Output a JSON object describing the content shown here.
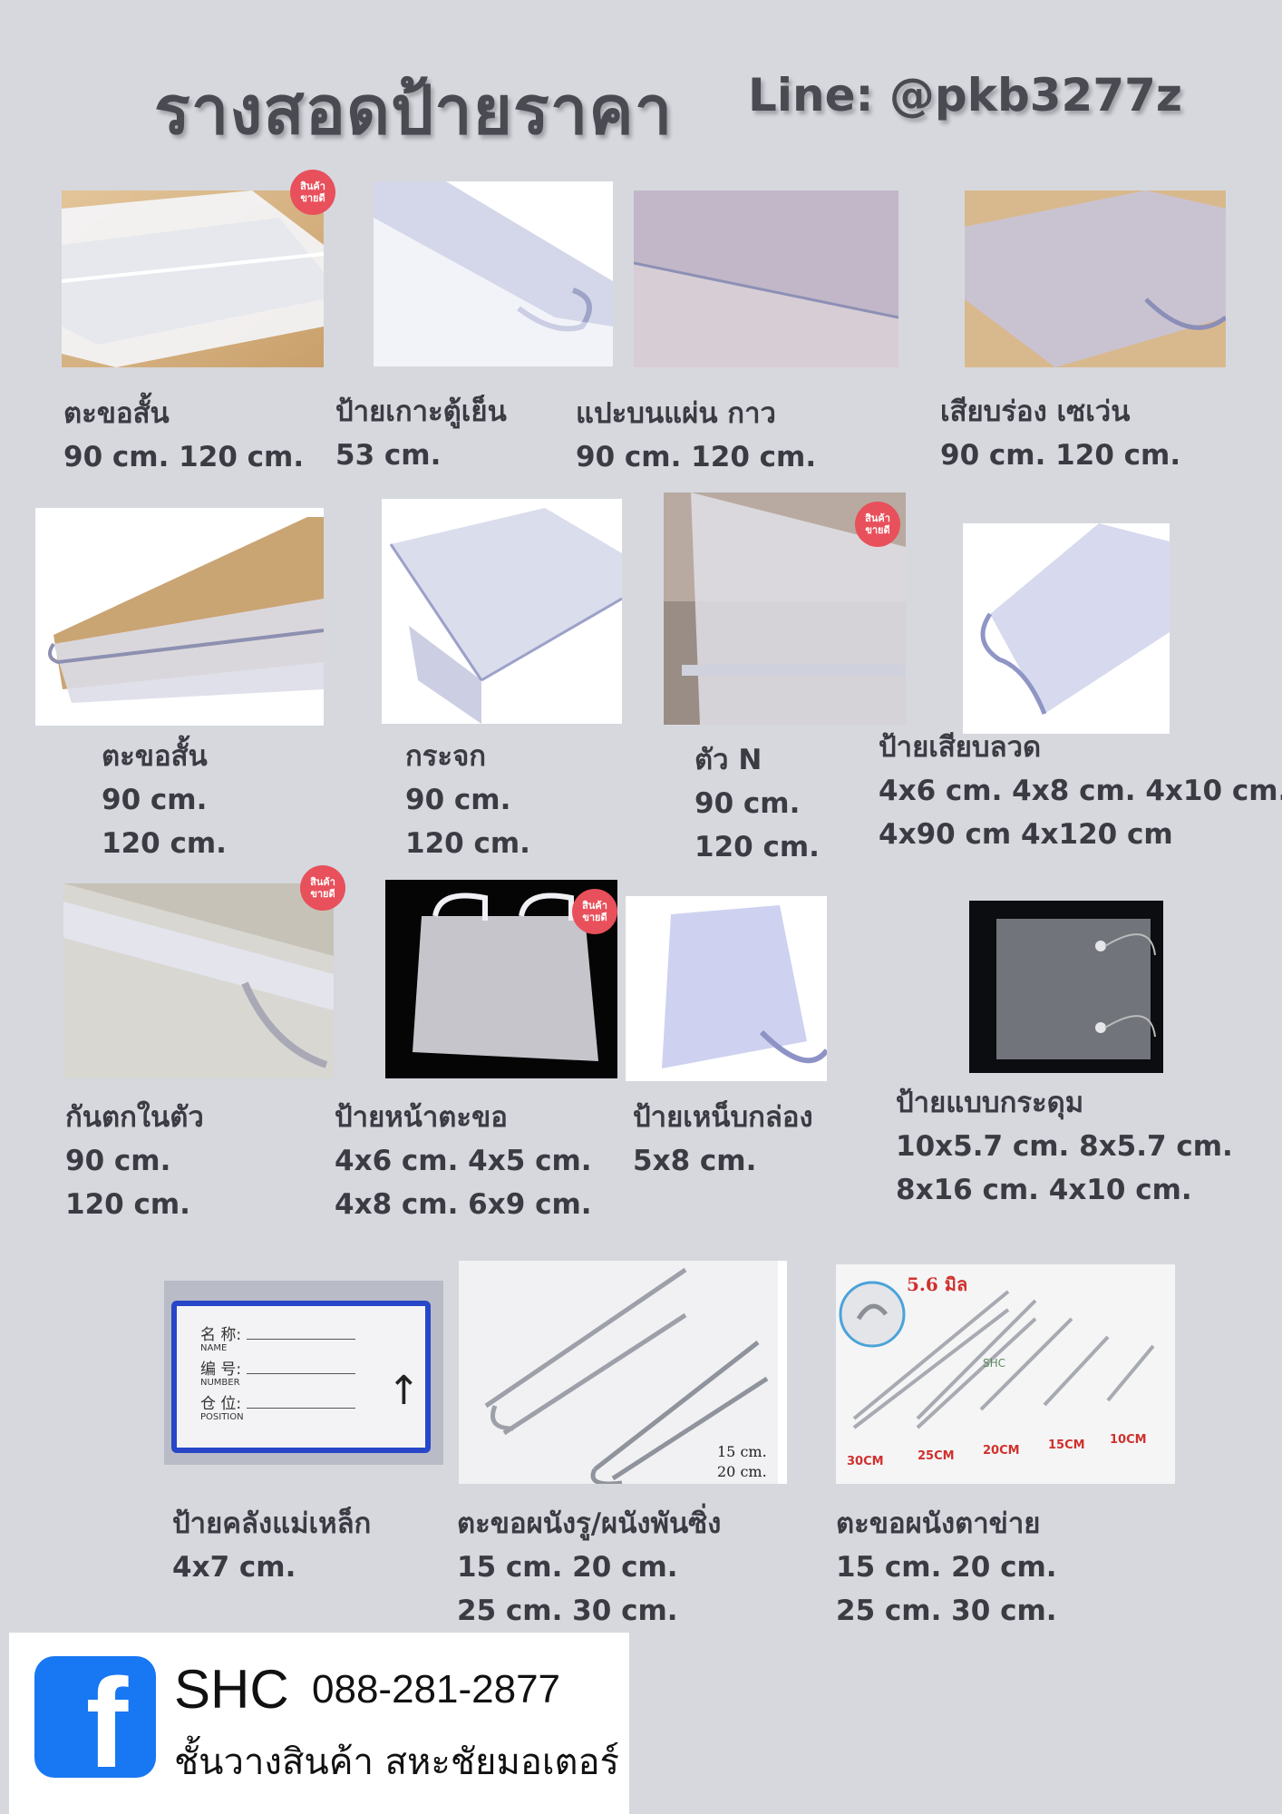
{
  "header": {
    "title": "รางสอดป้ายราคา",
    "line_id": "Line: @pkb3277z"
  },
  "badge_text": [
    "สินค้า",
    "ขายดี"
  ],
  "products": [
    {
      "name": "ตะขอสั้น",
      "sizes": [
        "90 cm. 120 cm."
      ],
      "best_seller": true
    },
    {
      "name": "ป้ายเกาะตู้เย็น",
      "sizes": [
        "53 cm."
      ],
      "best_seller": false
    },
    {
      "name": "แปะบนแผ่น กาว",
      "sizes": [
        "90 cm. 120 cm."
      ],
      "best_seller": false
    },
    {
      "name": "เสียบร่อง เซเว่น",
      "sizes": [
        "90 cm. 120 cm."
      ],
      "best_seller": false
    },
    {
      "name": "ตะขอสั้น",
      "sizes": [
        "90 cm.",
        "120 cm."
      ],
      "best_seller": false
    },
    {
      "name": "กระจก",
      "sizes": [
        "90 cm.",
        "120 cm."
      ],
      "best_seller": false
    },
    {
      "name": "ตัว N",
      "sizes": [
        "90 cm.",
        "120 cm."
      ],
      "best_seller": true
    },
    {
      "name": "ป้ายเสียบลวด",
      "sizes": [
        "4x6 cm. 4x8 cm. 4x10 cm.",
        "4x90 cm 4x120 cm"
      ],
      "best_seller": false
    },
    {
      "name": "กันตกในตัว",
      "sizes": [
        "90 cm.",
        "120 cm."
      ],
      "best_seller": true
    },
    {
      "name": "ป้ายหน้าตะขอ",
      "sizes": [
        "4x6 cm. 4x5 cm.",
        "4x8 cm. 6x9 cm."
      ],
      "best_seller": true
    },
    {
      "name": "ป้ายเหน็บกล่อง",
      "sizes": [
        "5x8 cm."
      ],
      "best_seller": false
    },
    {
      "name": "ป้ายแบบกระดุม",
      "sizes": [
        "10x5.7 cm. 8x5.7 cm.",
        "8x16 cm. 4x10 cm."
      ],
      "best_seller": false
    },
    {
      "name": "ป้ายคลังแม่เหล็ก",
      "sizes": [
        "4x7 cm."
      ],
      "best_seller": false
    },
    {
      "name": "ตะขอผนังรู/ผนังพันซิ่ง",
      "sizes": [
        "15 cm. 20 cm.",
        "25 cm. 30 cm."
      ],
      "best_seller": false
    },
    {
      "name": "ตะขอผนังตาข่าย",
      "sizes": [
        "15 cm. 20 cm.",
        "25 cm. 30 cm."
      ],
      "best_seller": false
    }
  ],
  "magnet_label_card": {
    "row1_cn": "名 称:",
    "row1_en": "NAME",
    "row2_cn": "编 号:",
    "row2_en": "NUMBER",
    "row3_cn": "仓 位:",
    "row3_en": "POSITION"
  },
  "hook_lengths": [
    "15 cm.",
    "20 cm."
  ],
  "mesh_hook": {
    "diameter": "5.6 มิล",
    "lengths": [
      "30CM",
      "25CM",
      "20CM",
      "15CM",
      "10CM"
    ],
    "watermark": "SHC"
  },
  "footer": {
    "brand": "SHC",
    "phone": "088-281-2877",
    "shop_name": "ชั้นวางสินค้า สหะชัยมอเตอร์",
    "fb_icon": "facebook-icon"
  },
  "colors": {
    "background": "#d6d8de",
    "badge": "#e8505b",
    "facebook": "#1877f2",
    "mesh_label": "#d0312d"
  }
}
